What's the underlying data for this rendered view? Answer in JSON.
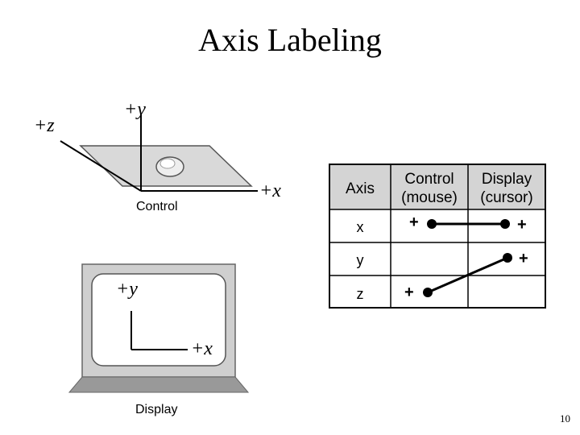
{
  "title": "Axis Labeling",
  "control_caption": "Control",
  "display_caption": "Display",
  "page_number": "10",
  "control_axes": {
    "y": "+y",
    "z": "+z",
    "x": "+x"
  },
  "display_axes": {
    "y": "+y",
    "x": "+x"
  },
  "table": {
    "headers": [
      {
        "line1": "Axis",
        "line2": ""
      },
      {
        "line1": "Control",
        "line2": "(mouse)"
      },
      {
        "line1": "Display",
        "line2": "(cursor)"
      }
    ],
    "rows": [
      {
        "axis": "x",
        "control": "+",
        "display": "+"
      },
      {
        "axis": "y",
        "control": "",
        "display": "+"
      },
      {
        "axis": "z",
        "control": "+",
        "display": ""
      }
    ]
  }
}
